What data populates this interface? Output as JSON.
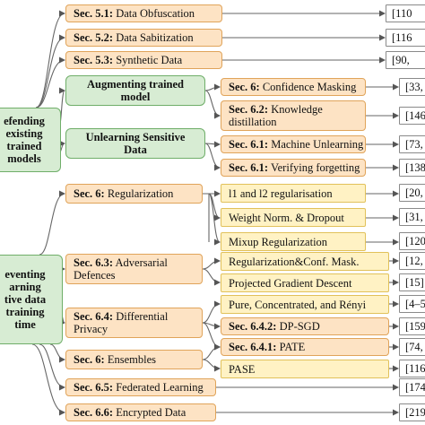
{
  "roots": {
    "defending": "efending\nexisting\ntrained\nmodels",
    "preventing": "eventing\narning\ntive data\ntraining\ntime"
  },
  "groups": {
    "augmenting": "Augmenting trained\nmodel",
    "unlearning": "Unlearning Sensitive\nData"
  },
  "sections": {
    "data_obfuscation": {
      "sec": "Sec. 5.1:",
      "text": " Data Obfuscation"
    },
    "data_sabitization": {
      "sec": "Sec. 5.2:",
      "text": " Data Sabitization"
    },
    "synthetic_data": {
      "sec": "Sec. 5.3:",
      "text": " Synthetic Data"
    },
    "confidence_masking": {
      "sec": "Sec. 6:",
      "text": " Confidence Masking"
    },
    "knowledge_distill": {
      "sec": "Sec. 6.2:",
      "text": " Knowledge\ndistillation"
    },
    "machine_unlearning": {
      "sec": "Sec. 6.1:",
      "text": " Machine Unlearning"
    },
    "verifying": {
      "sec": "Sec. 6.1:",
      "text": " Verifying forgetting"
    },
    "regularization": {
      "sec": "Sec. 6:",
      "text": " Regularization"
    },
    "adversarial": {
      "sec": "Sec. 6.3:",
      "text": " Adversarial\nDefences"
    },
    "differential": {
      "sec": "Sec. 6.4:",
      "text": " Differential\nPrivacy"
    },
    "ensembles": {
      "sec": "Sec. 6:",
      "text": " Ensembles"
    },
    "federated": {
      "sec": "Sec. 6.5:",
      "text": " Federated Learning"
    },
    "encrypted": {
      "sec": "Sec. 6.6:",
      "text": " Encrypted Data"
    },
    "dp_sgd": {
      "sec": "Sec. 6.4.2:",
      "text": " DP-SGD"
    },
    "pate": {
      "sec": "Sec. 6.4.1:",
      "text": " PATE"
    }
  },
  "leaves": {
    "l1_l2": "l1 and l2 regularisation",
    "weight_norm": "Weight Norm. & Dropout",
    "mixup": "Mixup Regularization",
    "reg_conf": "Regularization&Conf. Mask.",
    "pgd": "Projected Gradient Descent",
    "renyi": "Pure, Concentrated, and Rényi",
    "pase": "PASE"
  },
  "refs": [
    "[110",
    "[116",
    "[90,",
    "[33,",
    "[146",
    "[73,",
    "[138",
    "[20,",
    "[31,",
    "[120",
    "[12,",
    "[15]",
    "[4–5",
    "[159",
    "[74,",
    "[116",
    "[174",
    "[219"
  ]
}
